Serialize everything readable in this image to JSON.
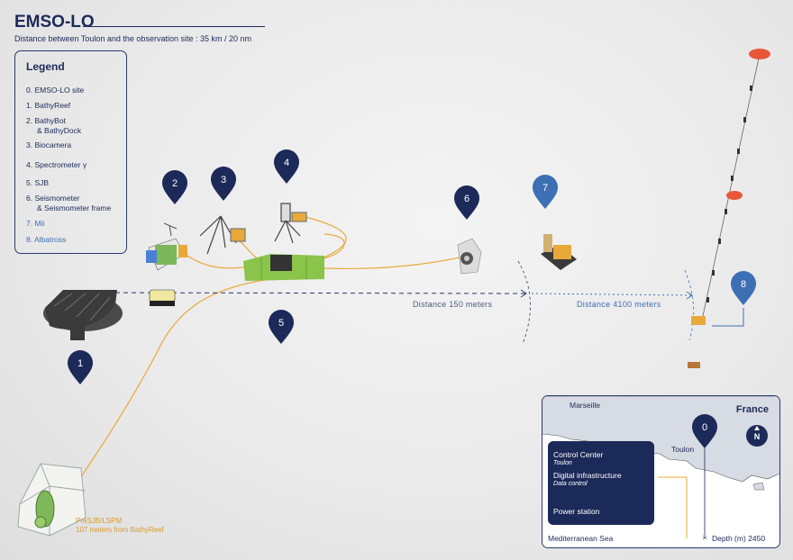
{
  "header": {
    "title": "EMSO-LO",
    "subtitle": "Distance between Toulon and the observation site : 35 km / 20 nm"
  },
  "legend": {
    "title": "Legend",
    "items": [
      {
        "label": "0. EMSO-LO site"
      },
      {
        "label": "1.  BathyReef"
      },
      {
        "label": "2.  BathyBot"
      },
      {
        "label": "& BathyDock"
      },
      {
        "label": "3. Biocamera"
      },
      {
        "label": "4. Spectrometer γ"
      },
      {
        "label": "5. SJB"
      },
      {
        "label": "6. Seismometer"
      },
      {
        "label": "& Seismometer frame"
      },
      {
        "label": "7. Mii"
      },
      {
        "label": "8. Albatross"
      }
    ]
  },
  "markers": [
    "1",
    "2",
    "3",
    "4",
    "5",
    "6",
    "7",
    "8"
  ],
  "distances": {
    "d1": "Distance 150 meters",
    "d2": "Distance 4100 meters"
  },
  "presjb": {
    "line1": "PreSJB/LSPM",
    "line2": "107 meters from BathyReef"
  },
  "map": {
    "country": "France",
    "city1": "Marseille",
    "city2": "Toulon",
    "sea": "Mediterranean Sea",
    "depth": "Depth (m) 2450",
    "marker": "0",
    "north": "N",
    "control_center": {
      "title": "Control Center",
      "title_sub": "Toulon",
      "infra": "Digital infrastructure",
      "infra_sub": "Data control",
      "power": "Power station"
    }
  },
  "colors": {
    "navy": "#1c2a59",
    "blue_marker": "#3d6fb5",
    "cable": "#e8a93a",
    "buoy": "#e8573a"
  }
}
